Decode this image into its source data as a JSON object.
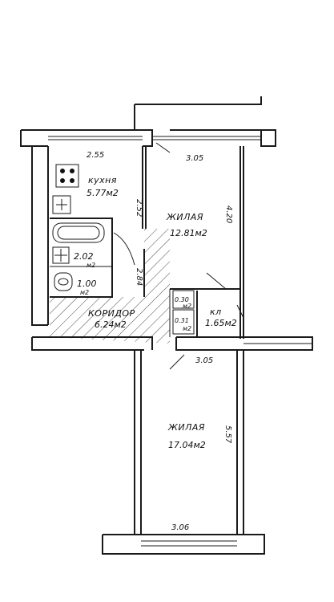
{
  "rooms": {
    "kitchen": {
      "name": "кухня",
      "area": "5.77м2"
    },
    "bathroom": {
      "area": "2.02",
      "unit": "м2"
    },
    "toilet": {
      "area": "1.00",
      "unit": "м2"
    },
    "living_upper": {
      "name": "ЖИЛАЯ",
      "area": "12.81м2"
    },
    "corridor": {
      "name": "КОРИДОР",
      "area": "6.24м2"
    },
    "closet_small": {
      "area": "0.30",
      "unit": "м2"
    },
    "closet_lower": {
      "area": "0.31",
      "unit": "м2"
    },
    "pantry": {
      "name": "кл",
      "area": "1.65м2"
    },
    "living_lower": {
      "name": "ЖИЛАЯ",
      "area": "17.04м2"
    }
  },
  "dimensions": {
    "kitchen_width": "2.55",
    "living_upper_width": "3.05",
    "kitchen_height": "2.52",
    "living_upper_height": "4.20",
    "corridor_height": "2.84",
    "living_lower_width_top": "3.05",
    "living_lower_height": "5.57",
    "living_lower_width_bottom": "3.06"
  }
}
